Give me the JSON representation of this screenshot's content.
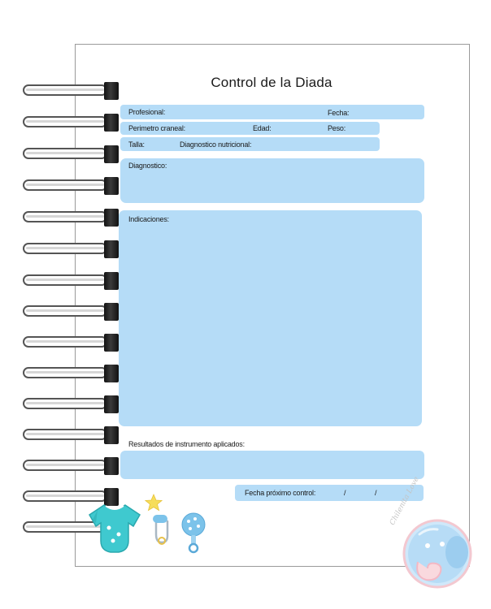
{
  "form": {
    "title": "Control de la Diada",
    "profesional_label": "Profesional:",
    "fecha_label": "Fecha:",
    "perimetro_label": "Perimetro craneal:",
    "edad_label": "Edad:",
    "peso_label": "Peso:",
    "talla_label": "Talla:",
    "diagnostico_nutricional_label": "Diagnostico nutricional:",
    "diagnostico_label": "Diagnostico:",
    "indicaciones_label": "Indicaciones:",
    "resultados_label": "Resultados de instrumento aplicados:",
    "fecha_proximo_label": "Fecha próximo control:",
    "date_sep_1": "/",
    "date_sep_2": "/"
  },
  "watermark": {
    "signature": "Chilenita Love"
  },
  "colors": {
    "field_fill": "#b5dcf7",
    "page_border": "#9a9a9a",
    "onesie": "#3fc9cf",
    "star": "#f6dd5a",
    "rattle": "#7cc3ea"
  },
  "icons": [
    "spiral-binding-icon",
    "onesie-icon",
    "star-icon",
    "safety-pin-icon",
    "rattle-icon",
    "elephant-logo-icon"
  ]
}
